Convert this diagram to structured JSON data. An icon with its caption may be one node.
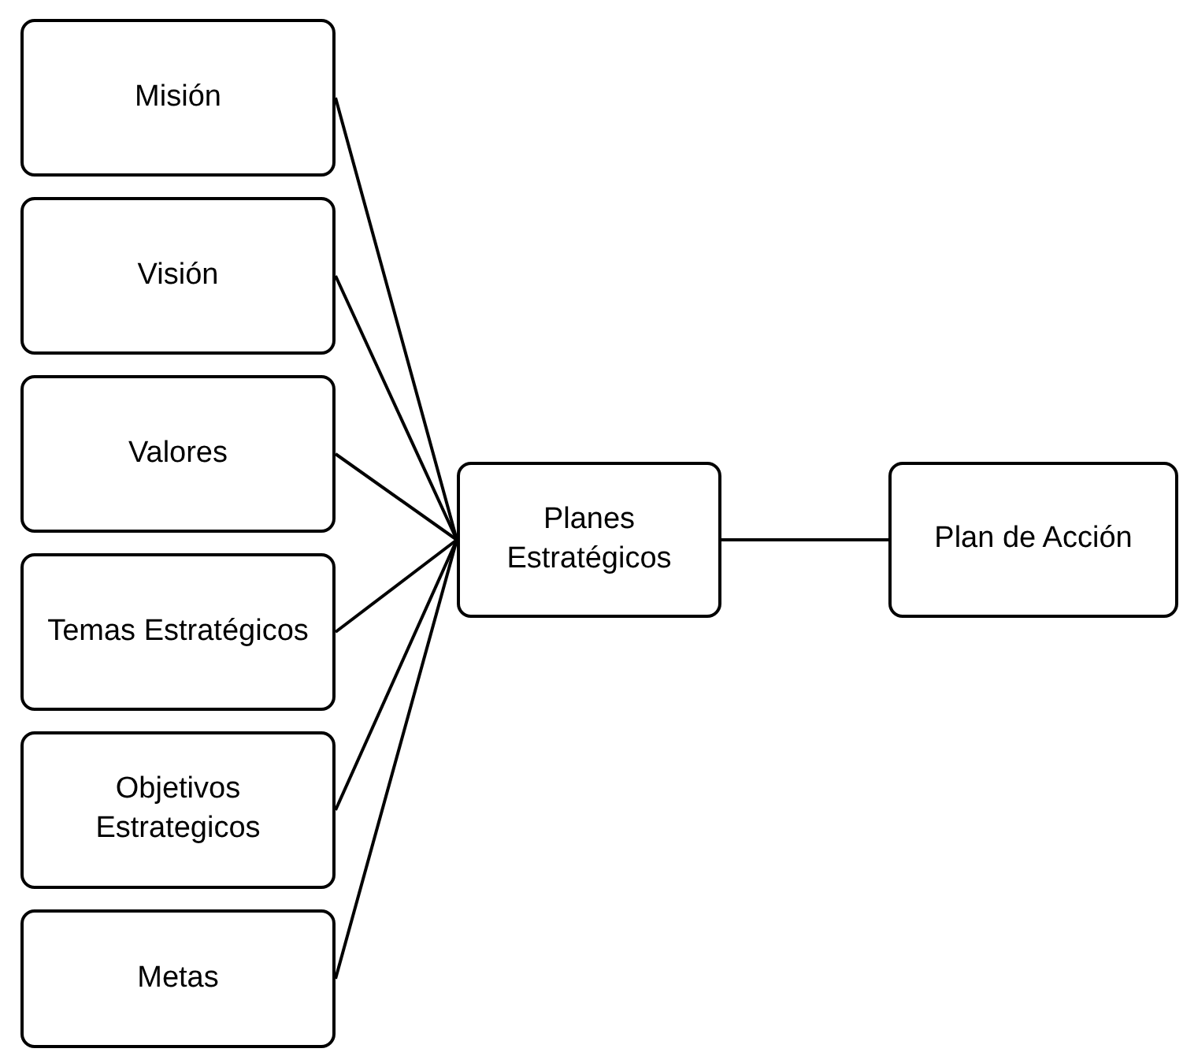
{
  "diagram": {
    "nodes": [
      {
        "text": [
          "Misión"
        ]
      },
      {
        "text": [
          "Visión"
        ]
      },
      {
        "text": [
          "Valores"
        ]
      },
      {
        "text": [
          "Temas Estratégicos"
        ]
      },
      {
        "text": [
          "Objetivos Estrategicos"
        ]
      },
      {
        "text": [
          "Metas"
        ]
      },
      {
        "text": [
          "Planes Estratégicos"
        ]
      },
      {
        "text": [
          "Plan de Acción"
        ]
      }
    ],
    "edges": [
      {
        "from": 0,
        "to": 6,
        "arrow": "none"
      },
      {
        "from": 1,
        "to": 6,
        "arrow": "none"
      },
      {
        "from": 2,
        "to": 6,
        "arrow": "none"
      },
      {
        "from": 3,
        "to": 6,
        "arrow": "none"
      },
      {
        "from": 4,
        "to": 6,
        "arrow": "none"
      },
      {
        "from": 5,
        "to": 6,
        "arrow": "none"
      },
      {
        "from": 6,
        "to": 7,
        "arrow": "none"
      }
    ]
  }
}
